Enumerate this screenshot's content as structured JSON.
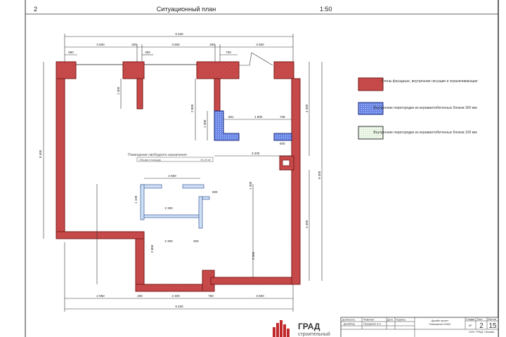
{
  "header": {
    "sheet_number": "2",
    "title": "Ситуационный план",
    "scale": "1:50"
  },
  "dimensions": {
    "top_total": "9 400",
    "top": [
      "3 600",
      "200",
      "3 600",
      "200",
      "3 500"
    ],
    "top_small": [
      "550",
      "450",
      "726"
    ],
    "left": "8 400",
    "right": [
      "4 300",
      "4 400",
      "8 200"
    ],
    "inner": [
      "1 300",
      "2 800",
      "1 300",
      "651",
      "1 500",
      "749",
      "500",
      "3 200",
      "2 500",
      "1 100",
      "2 300",
      "600",
      "1 300",
      "2 300",
      "200",
      "2 800",
      "3 300"
    ],
    "bottom": [
      "2 950",
      "200",
      "2 400",
      "750",
      "3 600"
    ],
    "bottom_total": "9 400"
  },
  "room": {
    "name": "Помещение свободного назначения",
    "area_label": "Общая площадь",
    "area_value": "70,00 м²"
  },
  "legend": [
    {
      "text": "Стены фасадные, внутренние несущие и ограничивающие",
      "color": "#c94b4b"
    },
    {
      "text": "Внутренние перегородки из керамзитобетонных блоков 300 мм",
      "color": "#6a86e6"
    },
    {
      "text": "Внутренние перегородки из керамзитобетонных блоков 100 мм",
      "color": "#e4f2e0"
    }
  ],
  "title_block": {
    "headers": [
      "Должность",
      "Фамилия",
      "Дата",
      "Подпись"
    ],
    "role": "Дизайнер",
    "name": "Переданко А.С.",
    "project": "Дизайн проект",
    "object": "Помещение КАМС",
    "stage_label": "Стадия",
    "sheet_label": "Лист",
    "sheets_label": "Листов",
    "stage": "АР",
    "sheet": "2",
    "sheets": "15",
    "company": "ООО \"ГРАД\" г.Москва"
  },
  "logo": {
    "name": "ГРАД",
    "subtitle": "строительный"
  }
}
